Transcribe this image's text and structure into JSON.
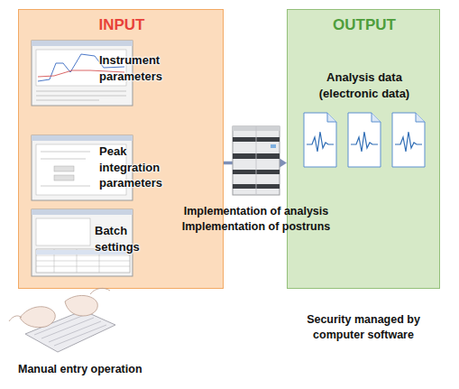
{
  "diagram": {
    "nodes": [
      {
        "text": [
          "INPUT"
        ]
      },
      {
        "text": [
          "Instrument parameters"
        ],
        "in": 0
      },
      {
        "text": [
          "Peak integration parameters"
        ],
        "in": 0
      },
      {
        "text": [
          "Batch settings"
        ],
        "in": 0
      },
      {
        "text": [
          "OUTPUT",
          "Analysis data (electronic data)"
        ]
      }
    ],
    "edges": [
      {
        "from": 0,
        "to": 4,
        "arrow": "to",
        "label": "Implementation of analysis Implementation of postruns"
      }
    ],
    "labels": [
      "Manual entry operation",
      "Security managed by computer software"
    ]
  }
}
